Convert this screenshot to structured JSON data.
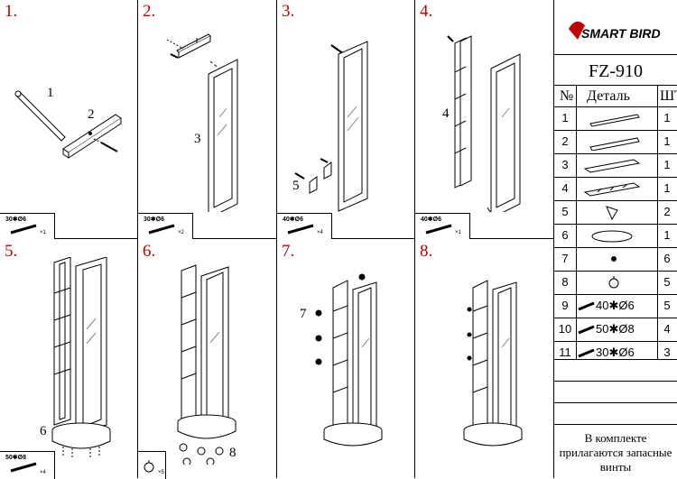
{
  "steps": [
    {
      "num": "1.",
      "screw": {
        "label": "30✱Ø6",
        "qty": "×1"
      },
      "parts": [
        "1",
        "2"
      ]
    },
    {
      "num": "2.",
      "screw": {
        "label": "30✱Ø6",
        "qty": "×2"
      },
      "parts": [
        "3"
      ]
    },
    {
      "num": "3.",
      "screw": {
        "label": "40✱Ø6",
        "qty": "×4"
      },
      "parts": [
        "5"
      ]
    },
    {
      "num": "4.",
      "screw": {
        "label": "40✱Ø6",
        "qty": "×1"
      },
      "parts": [
        "4"
      ]
    },
    {
      "num": "5.",
      "screw": {
        "label": "50✱Ø8",
        "qty": "×4"
      },
      "parts": [
        "6"
      ]
    },
    {
      "num": "6.",
      "screw": {
        "label": "",
        "qty": "×5"
      },
      "parts": [
        "8"
      ]
    },
    {
      "num": "7.",
      "parts": [
        "7"
      ]
    },
    {
      "num": "8."
    }
  ],
  "table": {
    "brand": "SMART BIRD",
    "model": "FZ-910",
    "header": {
      "num": "№",
      "part": "Деталь",
      "qty": "ШТ"
    },
    "rows": [
      {
        "n": "1",
        "q": "1",
        "spec": ""
      },
      {
        "n": "2",
        "q": "1",
        "spec": ""
      },
      {
        "n": "3",
        "q": "1",
        "spec": ""
      },
      {
        "n": "4",
        "q": "1",
        "spec": ""
      },
      {
        "n": "5",
        "q": "2",
        "spec": ""
      },
      {
        "n": "6",
        "q": "1",
        "spec": ""
      },
      {
        "n": "7",
        "q": "6",
        "spec": ""
      },
      {
        "n": "8",
        "q": "5",
        "spec": ""
      },
      {
        "n": "9",
        "q": "5",
        "spec": "40✱Ø6"
      },
      {
        "n": "10",
        "q": "4",
        "spec": "50✱Ø8"
      },
      {
        "n": "11",
        "q": "3",
        "spec": "30✱Ø6"
      }
    ],
    "note": "В комплекте прилагаются запасные винты"
  }
}
